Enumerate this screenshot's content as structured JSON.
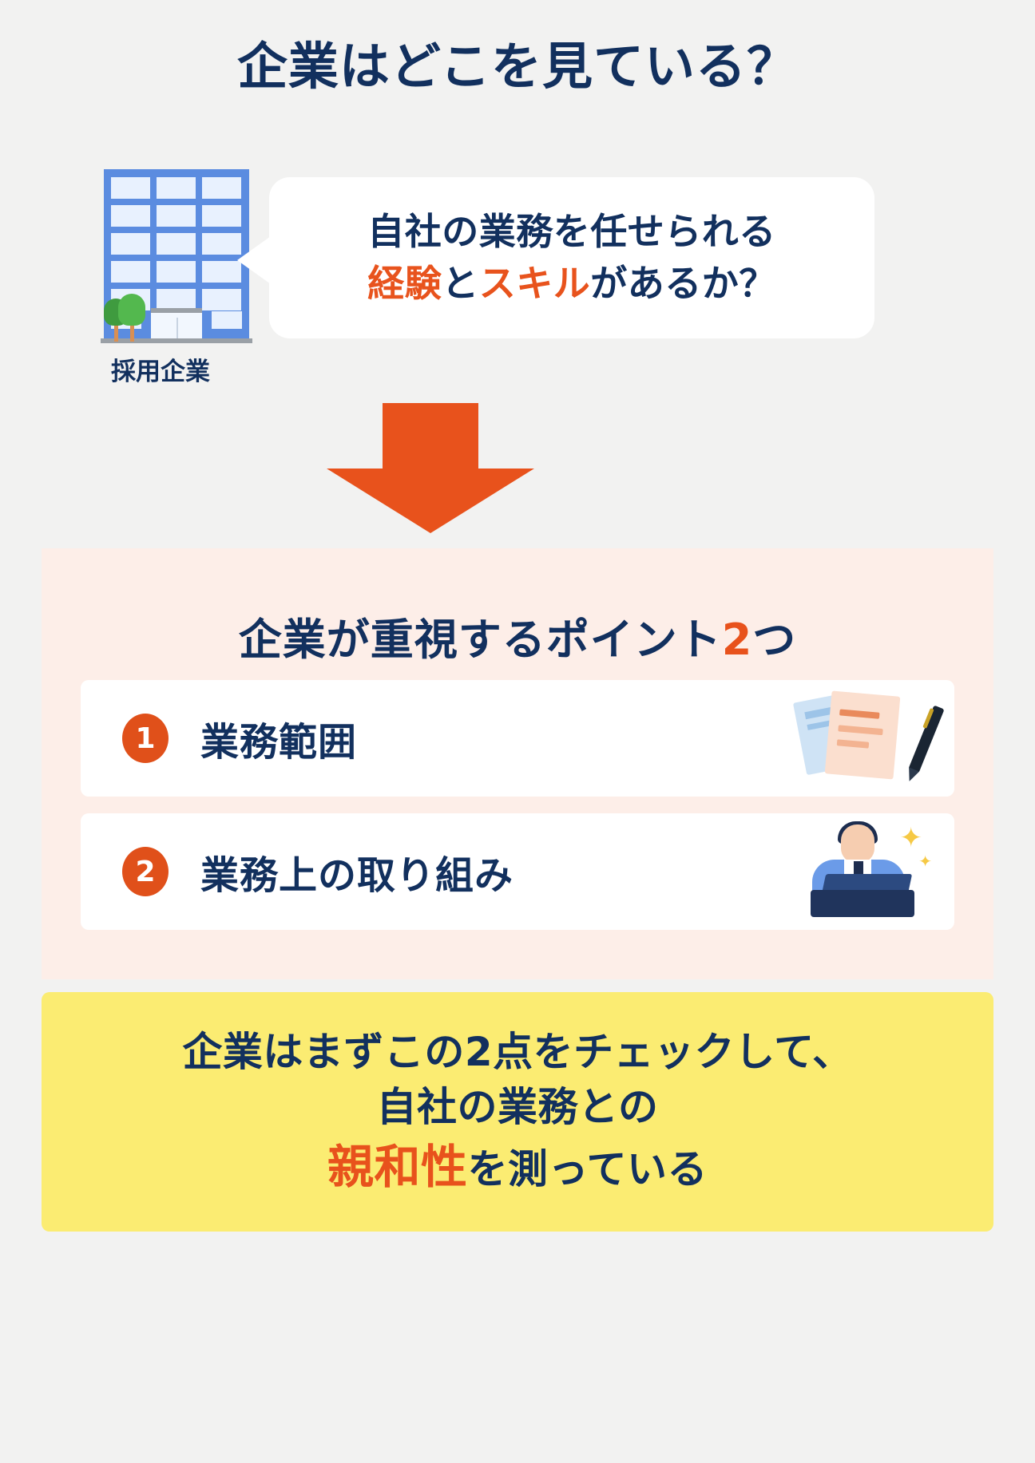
{
  "title": "企業はどこを見ている？",
  "company": {
    "label": "採用企業",
    "icon": "office-building-icon",
    "tree_icon": "tree-icon"
  },
  "bubble": {
    "line1": "自社の業務を任せられる",
    "line2_part1": "経験",
    "line2_part2": "と",
    "line2_part3": "スキル",
    "line2_part4": "があるか？"
  },
  "arrow": {
    "icon": "down-arrow-icon"
  },
  "points_section": {
    "heading_prefix": "企業が重視するポイント",
    "heading_number": "2",
    "heading_suffix": "つ",
    "items": [
      {
        "number": "1",
        "label": "業務範囲",
        "icon": "documents-and-pen-icon"
      },
      {
        "number": "2",
        "label": "業務上の取り組み",
        "icon": "person-with-laptop-icon"
      }
    ]
  },
  "conclusion": {
    "line1": "企業はまずこの2点をチェックして、",
    "line2": "自社の業務との",
    "line3_highlight": "親和性",
    "line3_rest": "を測っている"
  },
  "colors": {
    "navy": "#12305e",
    "orange": "#e8521c",
    "pink_panel": "#fdeee8",
    "yellow_panel": "#fbec72",
    "building_blue": "#5b8ce0",
    "page_background": "#f2f2f1"
  }
}
